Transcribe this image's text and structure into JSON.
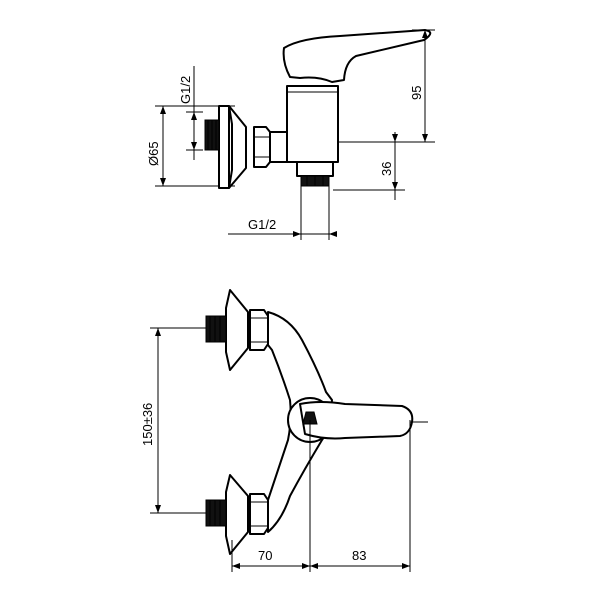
{
  "side_view": {
    "dimensions": {
      "thread_top": "G1/2",
      "diameter": "Ø65",
      "height_95": "95",
      "height_36": "36",
      "thread_bottom": "G1/2"
    }
  },
  "front_view": {
    "dimensions": {
      "inlet_spacing": "150±36",
      "width_left": "70",
      "width_right": "83"
    }
  }
}
